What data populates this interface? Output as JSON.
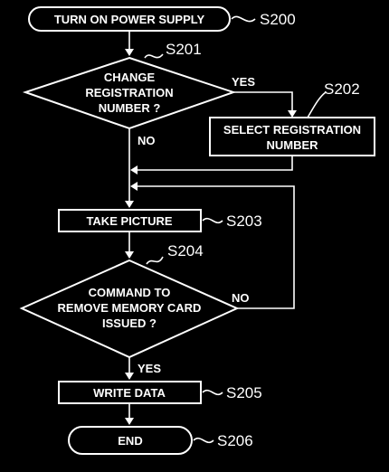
{
  "colors": {
    "background": "#000000",
    "foreground": "#ffffff"
  },
  "nodes": {
    "s200": {
      "type": "terminal",
      "lines": [
        "TURN ON POWER SUPPLY"
      ],
      "step": "S200"
    },
    "s201": {
      "type": "decision",
      "lines": [
        "CHANGE",
        "REGISTRATION",
        "NUMBER ?"
      ],
      "step": "S201"
    },
    "s202": {
      "type": "process",
      "lines": [
        "SELECT REGISTRATION",
        "NUMBER"
      ],
      "step": "S202"
    },
    "s203": {
      "type": "process",
      "lines": [
        "TAKE PICTURE"
      ],
      "step": "S203"
    },
    "s204": {
      "type": "decision",
      "lines": [
        "COMMAND TO",
        "REMOVE MEMORY CARD",
        "ISSUED ?"
      ],
      "step": "S204"
    },
    "s205": {
      "type": "process",
      "lines": [
        "WRITE DATA"
      ],
      "step": "S205"
    },
    "s206": {
      "type": "terminal",
      "lines": [
        "END"
      ],
      "step": "S206"
    }
  },
  "edges": {
    "s201_yes": "YES",
    "s201_no": "NO",
    "s204_yes": "YES",
    "s204_no": "NO"
  }
}
